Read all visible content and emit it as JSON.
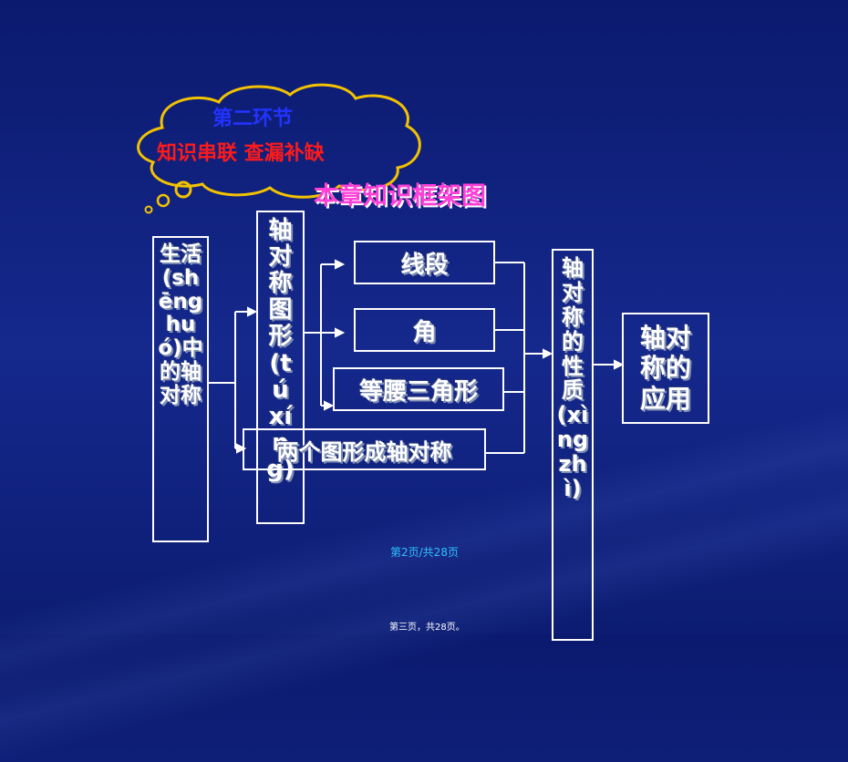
{
  "cloud": {
    "line1": "第二环节",
    "line2": "知识串联  查漏补缺"
  },
  "heading": "本章知识框架图",
  "boxes": {
    "life": "生活(shēng huó)中的轴对称",
    "figure": "轴对称图形(tú xíng)",
    "segment": "线段",
    "angle": "角",
    "isosceles": "等腰三角形",
    "two_figures": "两个图形成轴对称",
    "property": "轴对称的性质(xìngzhì)",
    "application": "轴对称的应用"
  },
  "footer": {
    "page_overlay": "第2页/共28页",
    "page_bottom": "第三页，共28页。"
  },
  "colors": {
    "background": "#13248a",
    "cloud_line1": "#2233ff",
    "cloud_line2": "#ff1a1a",
    "heading": "#ff3fd6",
    "box_border": "#ffffff",
    "overlay_text": "#2ec0ff"
  }
}
